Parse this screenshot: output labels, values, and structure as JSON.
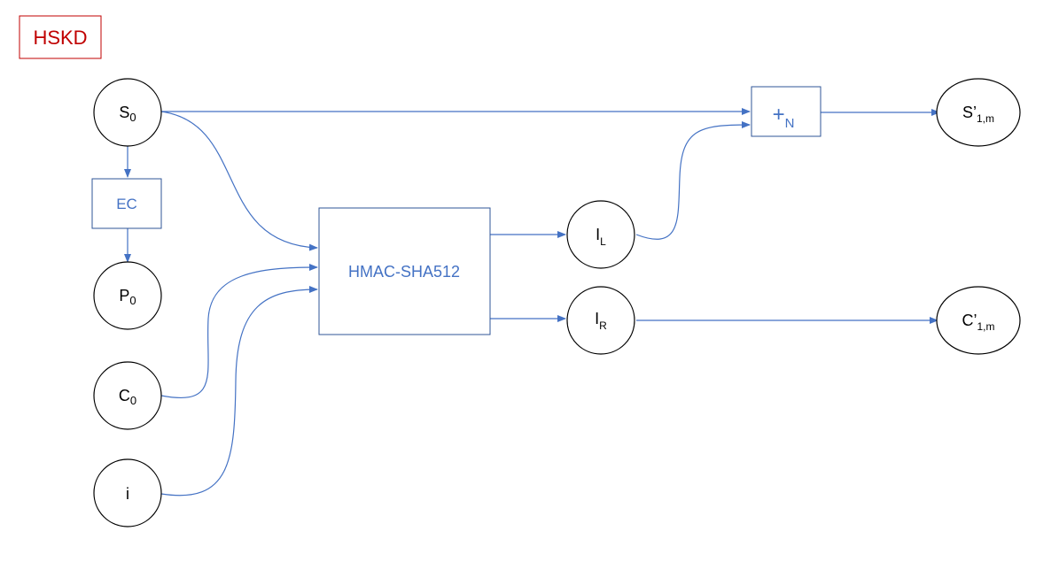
{
  "title": "HSKD",
  "colors": {
    "title": "#C00000",
    "box_border": "#2F5597",
    "box_text": "#4472C4",
    "arrow": "#4472C4",
    "node_border": "#000000",
    "node_text": "#000000"
  },
  "nodes": {
    "s0": {
      "main": "S",
      "sub": "0"
    },
    "p0": {
      "main": "P",
      "sub": "0"
    },
    "c0": {
      "main": "C",
      "sub": "0"
    },
    "i": {
      "main": "i"
    },
    "il": {
      "main": "I",
      "sub": "L"
    },
    "ir": {
      "main": "I",
      "sub": "R"
    },
    "s1m": {
      "main": "S’",
      "sub": "1,m"
    },
    "c1m": {
      "main": "C’",
      "sub": "1,m"
    }
  },
  "boxes": {
    "ec": {
      "label": "EC"
    },
    "hmac": {
      "label": "HMAC-SHA512"
    },
    "add": {
      "main": "+",
      "sub": "N"
    }
  }
}
